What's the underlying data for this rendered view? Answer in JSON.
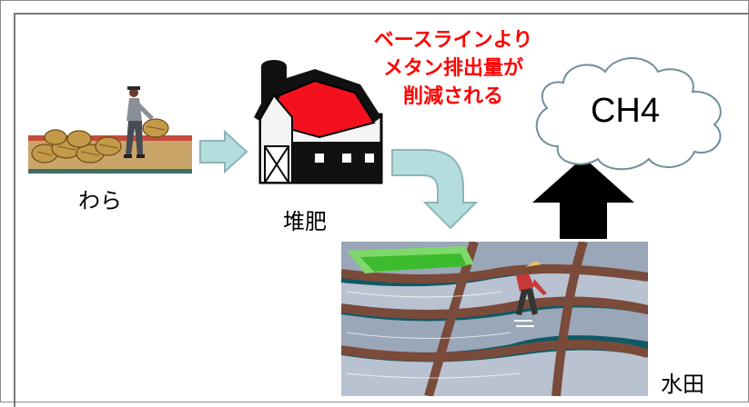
{
  "labels": {
    "straw": "わら",
    "compost": "堆肥",
    "paddy": "水田",
    "gas": "CH4"
  },
  "note": {
    "lines": [
      "ベースラインより",
      "メタン排出量が",
      "削減される"
    ],
    "color": "#ff0000"
  },
  "colors": {
    "arrow_fill": "#b4dde0",
    "arrow_stroke": "#8fb4b6",
    "barn_roof": "#f5101e",
    "up_arrow": "#000000"
  },
  "icons": [
    "straw-farmer-illustration",
    "barn-illustration",
    "rice-paddy-illustration",
    "cloud-shape"
  ]
}
